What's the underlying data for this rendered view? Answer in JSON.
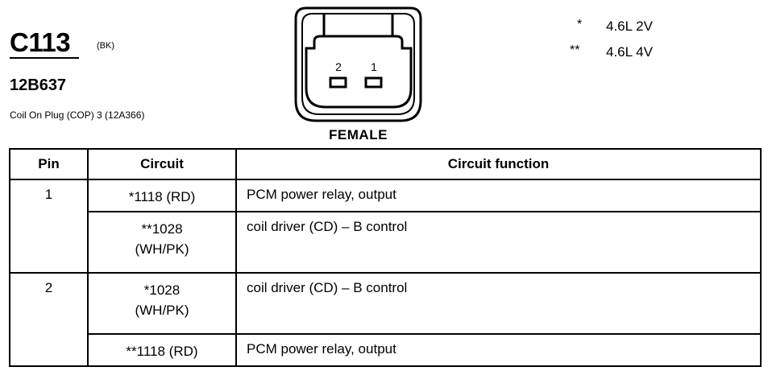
{
  "connector": {
    "code": "C113",
    "color": "(BK)",
    "part_number": "12B637",
    "description": "Coil On Plug (COP) 3 (12A366)",
    "view": "FEMALE",
    "pin_labels": [
      "2",
      "1"
    ]
  },
  "legend": [
    {
      "mark": "*",
      "text": "4.6L 2V"
    },
    {
      "mark": "**",
      "text": "4.6L 4V"
    }
  ],
  "table": {
    "headers": [
      "Pin",
      "Circuit",
      "Circuit function"
    ],
    "rows": [
      {
        "pin": "1",
        "circuit": [
          "*1118 (RD)"
        ],
        "function": "PCM power relay, output"
      },
      {
        "pin": "",
        "circuit": [
          "**1028",
          "(WH/PK)"
        ],
        "function": "coil driver (CD) – B control"
      },
      {
        "pin": "2",
        "circuit": [
          "*1028",
          "(WH/PK)"
        ],
        "function": "coil driver (CD) – B control"
      },
      {
        "pin": "",
        "circuit": [
          "**1118 (RD)"
        ],
        "function": "PCM power relay, output"
      }
    ]
  }
}
